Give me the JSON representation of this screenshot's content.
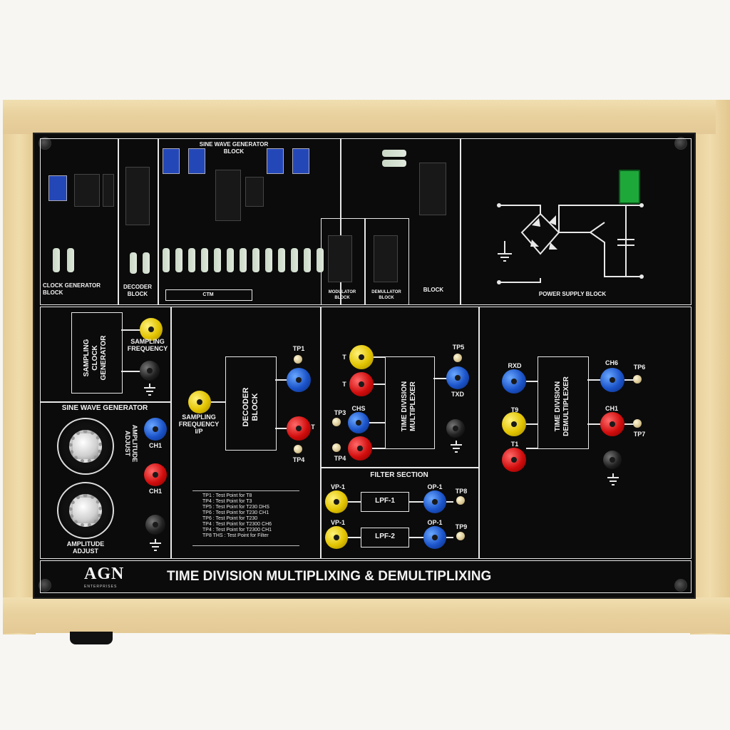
{
  "board": {
    "title": "TIME DIVISION MULTIPLIXING & DEMULTIPLIXING",
    "logo": "AGN",
    "logo_sub": "ENTERPRISES"
  },
  "top_blocks": {
    "clock_generator": "CLOCK GENERATOR\nBLOCK",
    "decoder": "DECODER\nBLOCK",
    "sine_wave_generator": "SINE WAVE GENERATOR\nBLOCK",
    "ctm": "CTM",
    "modulator": "MODULATOR\nBLOCK",
    "demodulator": "DEMULLATOR\nBLOCK",
    "block": "BLOCK",
    "power_supply": "POWER SUPPLY BLOCK"
  },
  "sampling": {
    "generator_label": "SAMPLING\nCLOCK\nGENERATOR",
    "frequency_label": "SAMPLING\nFREQUENCY"
  },
  "sine_wave": {
    "title": "SINE WAVE GENERATOR",
    "amplitude_adjust_vertical": "AMPLITUDE\nADJUST",
    "amplitude_adjust": "AMPLITUDE\nADJUST",
    "ch1_top": "CH1",
    "ch1_bottom": "CH1"
  },
  "decoder": {
    "block_label": "DECODER\nBLOCK",
    "input_label": "SAMPLING\nFREQUENCY\nI/P",
    "tp1": "TP1",
    "tp4": "TP4",
    "t_label": "T"
  },
  "legend": [
    "TP1 : Test Point for T8",
    "TP4 : Test Point for T3",
    "TP5 : Test Point for T230 DHS",
    "TP6 : Test Point for T230 CH1",
    "TP6 : Test Point for T230",
    "TP4 : Test Point for T2300 CH6",
    "TP4 : Test Point for T2300 CH1",
    "TP8 THS : Test Point for Filter"
  ],
  "tdm": {
    "label": "TIME DIVISION\nMULTIPLEXER",
    "t1": "T",
    "t2": "T",
    "tp5": "TP5",
    "txd": "TXD",
    "tp3": "TP3",
    "chs": "CHS",
    "tp4": "TP4"
  },
  "tdd": {
    "label": "TIME DIVISION\nDEMULTIPLEXER",
    "rxd": "RXD",
    "t9": "T9",
    "t1": "T1",
    "ch6": "CH6",
    "tp6": "TP6",
    "ch1": "CH1",
    "tp7": "TP7"
  },
  "filter": {
    "title": "FILTER SECTION",
    "vp1a": "VP-1",
    "vp1b": "VP-1",
    "lpf1": "LPF-1",
    "lpf2": "LPF-2",
    "op1a": "OP-1",
    "op1b": "OP-1",
    "tp8": "TP8",
    "tp9": "TP9"
  },
  "colors": {
    "panel": "#0b0b0b",
    "wood": "#ead3a1",
    "socket_yellow": "#e2c300",
    "socket_red": "#d10d0d",
    "socket_blue": "#1b53c9",
    "led_green": "#1fa83a"
  }
}
